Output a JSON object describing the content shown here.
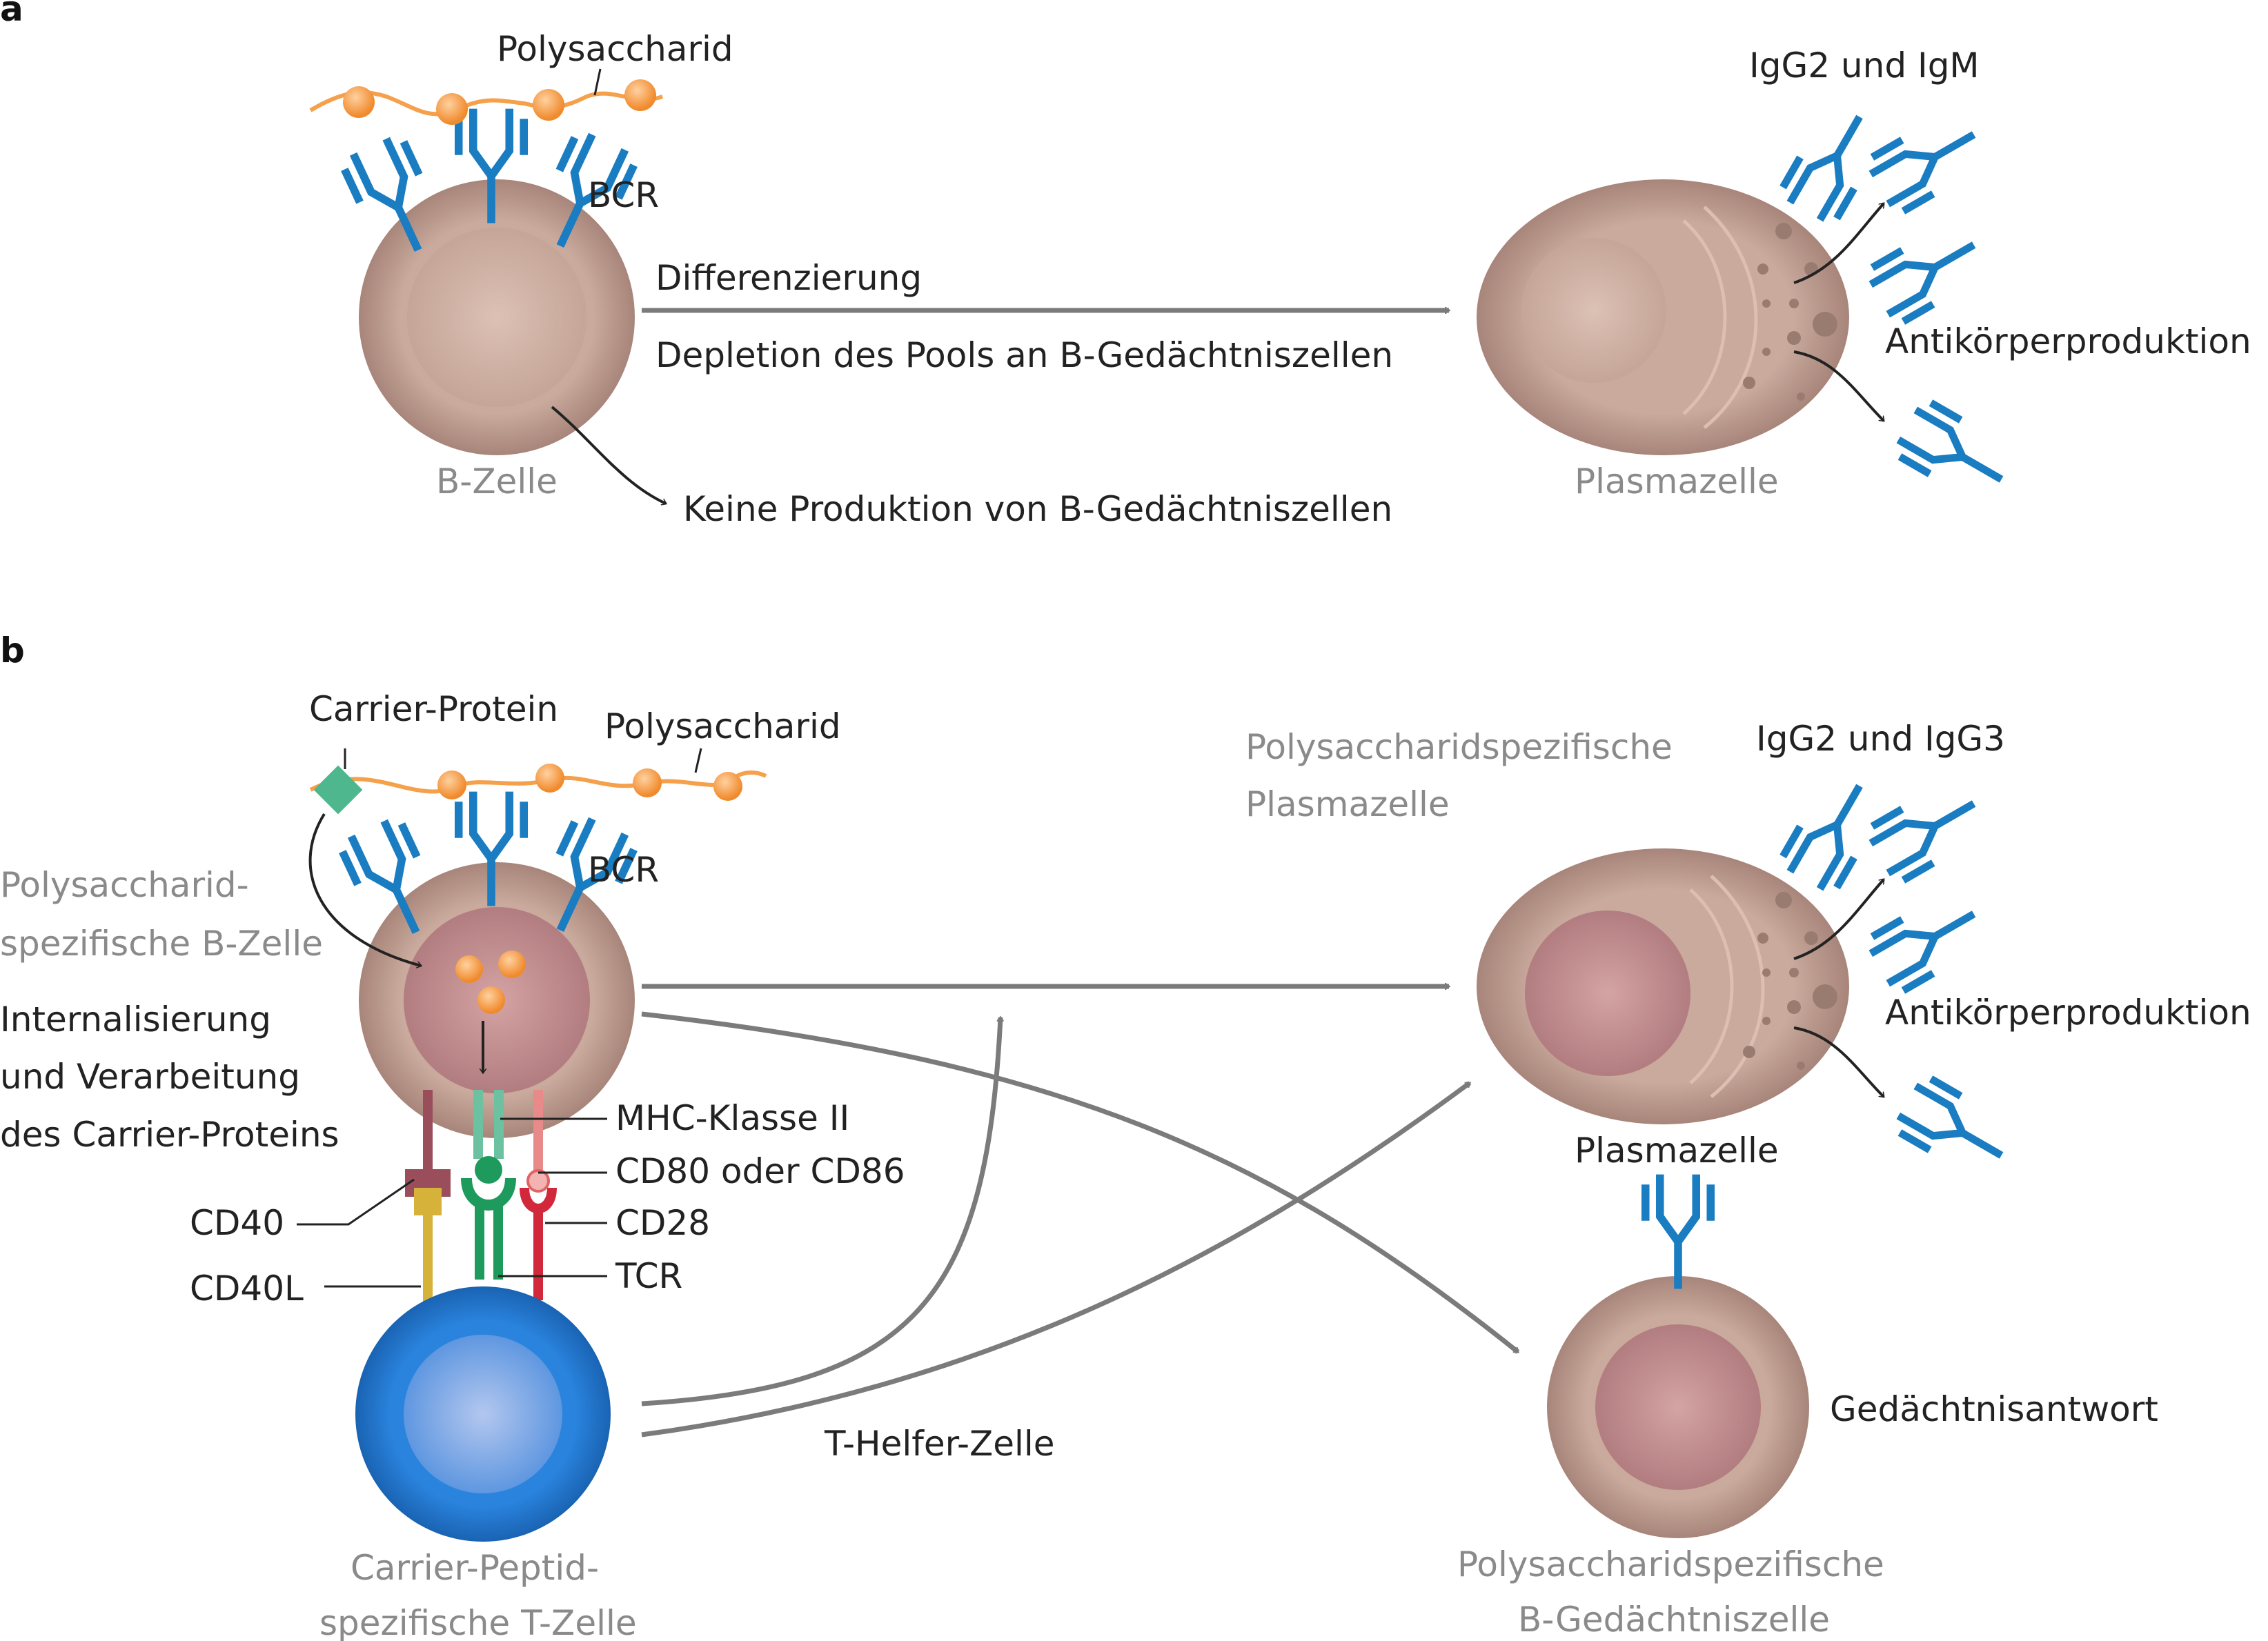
{
  "panel_a": {
    "letter": "a",
    "polysaccharide": "Polysaccharid",
    "bcr": "BCR",
    "b_cell": "B-Zelle",
    "arrow_top": "Differenzierung",
    "arrow_bottom": "Depletion des Pools an B-Gedächtniszellen",
    "no_memory": "Keine Produktion von B-Gedächtniszellen",
    "antibodies": "IgG2 und IgM",
    "antibody_production": "Antikörperproduktion",
    "plasma_cell": "Plasmazelle"
  },
  "panel_b": {
    "letter": "b",
    "carrier_protein": "Carrier-Protein",
    "polysaccharide": "Polysaccharid",
    "bcr": "BCR",
    "b_cell_line1": "Polysaccharid-",
    "b_cell_line2": "spezifische B-Zelle",
    "internal_line1": "Internalisierung",
    "internal_line2": "und Verarbeitung",
    "internal_line3": "des Carrier-Proteins",
    "mhc": "MHC-Klasse II",
    "cd80": "CD80 oder CD86",
    "cd40": "CD40",
    "cd28": "CD28",
    "cd40l": "CD40L",
    "tcr": "TCR",
    "t_helper": "T-Helfer-Zelle",
    "t_cell_line1": "Carrier-Peptid-",
    "t_cell_line2": "spezifische T-Zelle",
    "plasma_title_line1": "Polysaccharidspezifische",
    "plasma_title_line2": "Plasmazelle",
    "antibodies": "IgG2 und IgG3",
    "antibody_production": "Antikörperproduktion",
    "plasma_cell": "Plasmazelle",
    "memory_response": "Gedächtnisantwort",
    "memory_cell_line1": "Polysaccharidspezifische",
    "memory_cell_line2": "B-Gedächtniszelle"
  },
  "colors": {
    "antibody_blue": "#1a7cc1",
    "arrow_gray": "#7b7b7b",
    "cell_brown": "#c2a195",
    "polysaccharide_orange": "#f5a04a",
    "t_cell_blue": "#2b7bd6",
    "carrier_green": "#4fb78e"
  }
}
